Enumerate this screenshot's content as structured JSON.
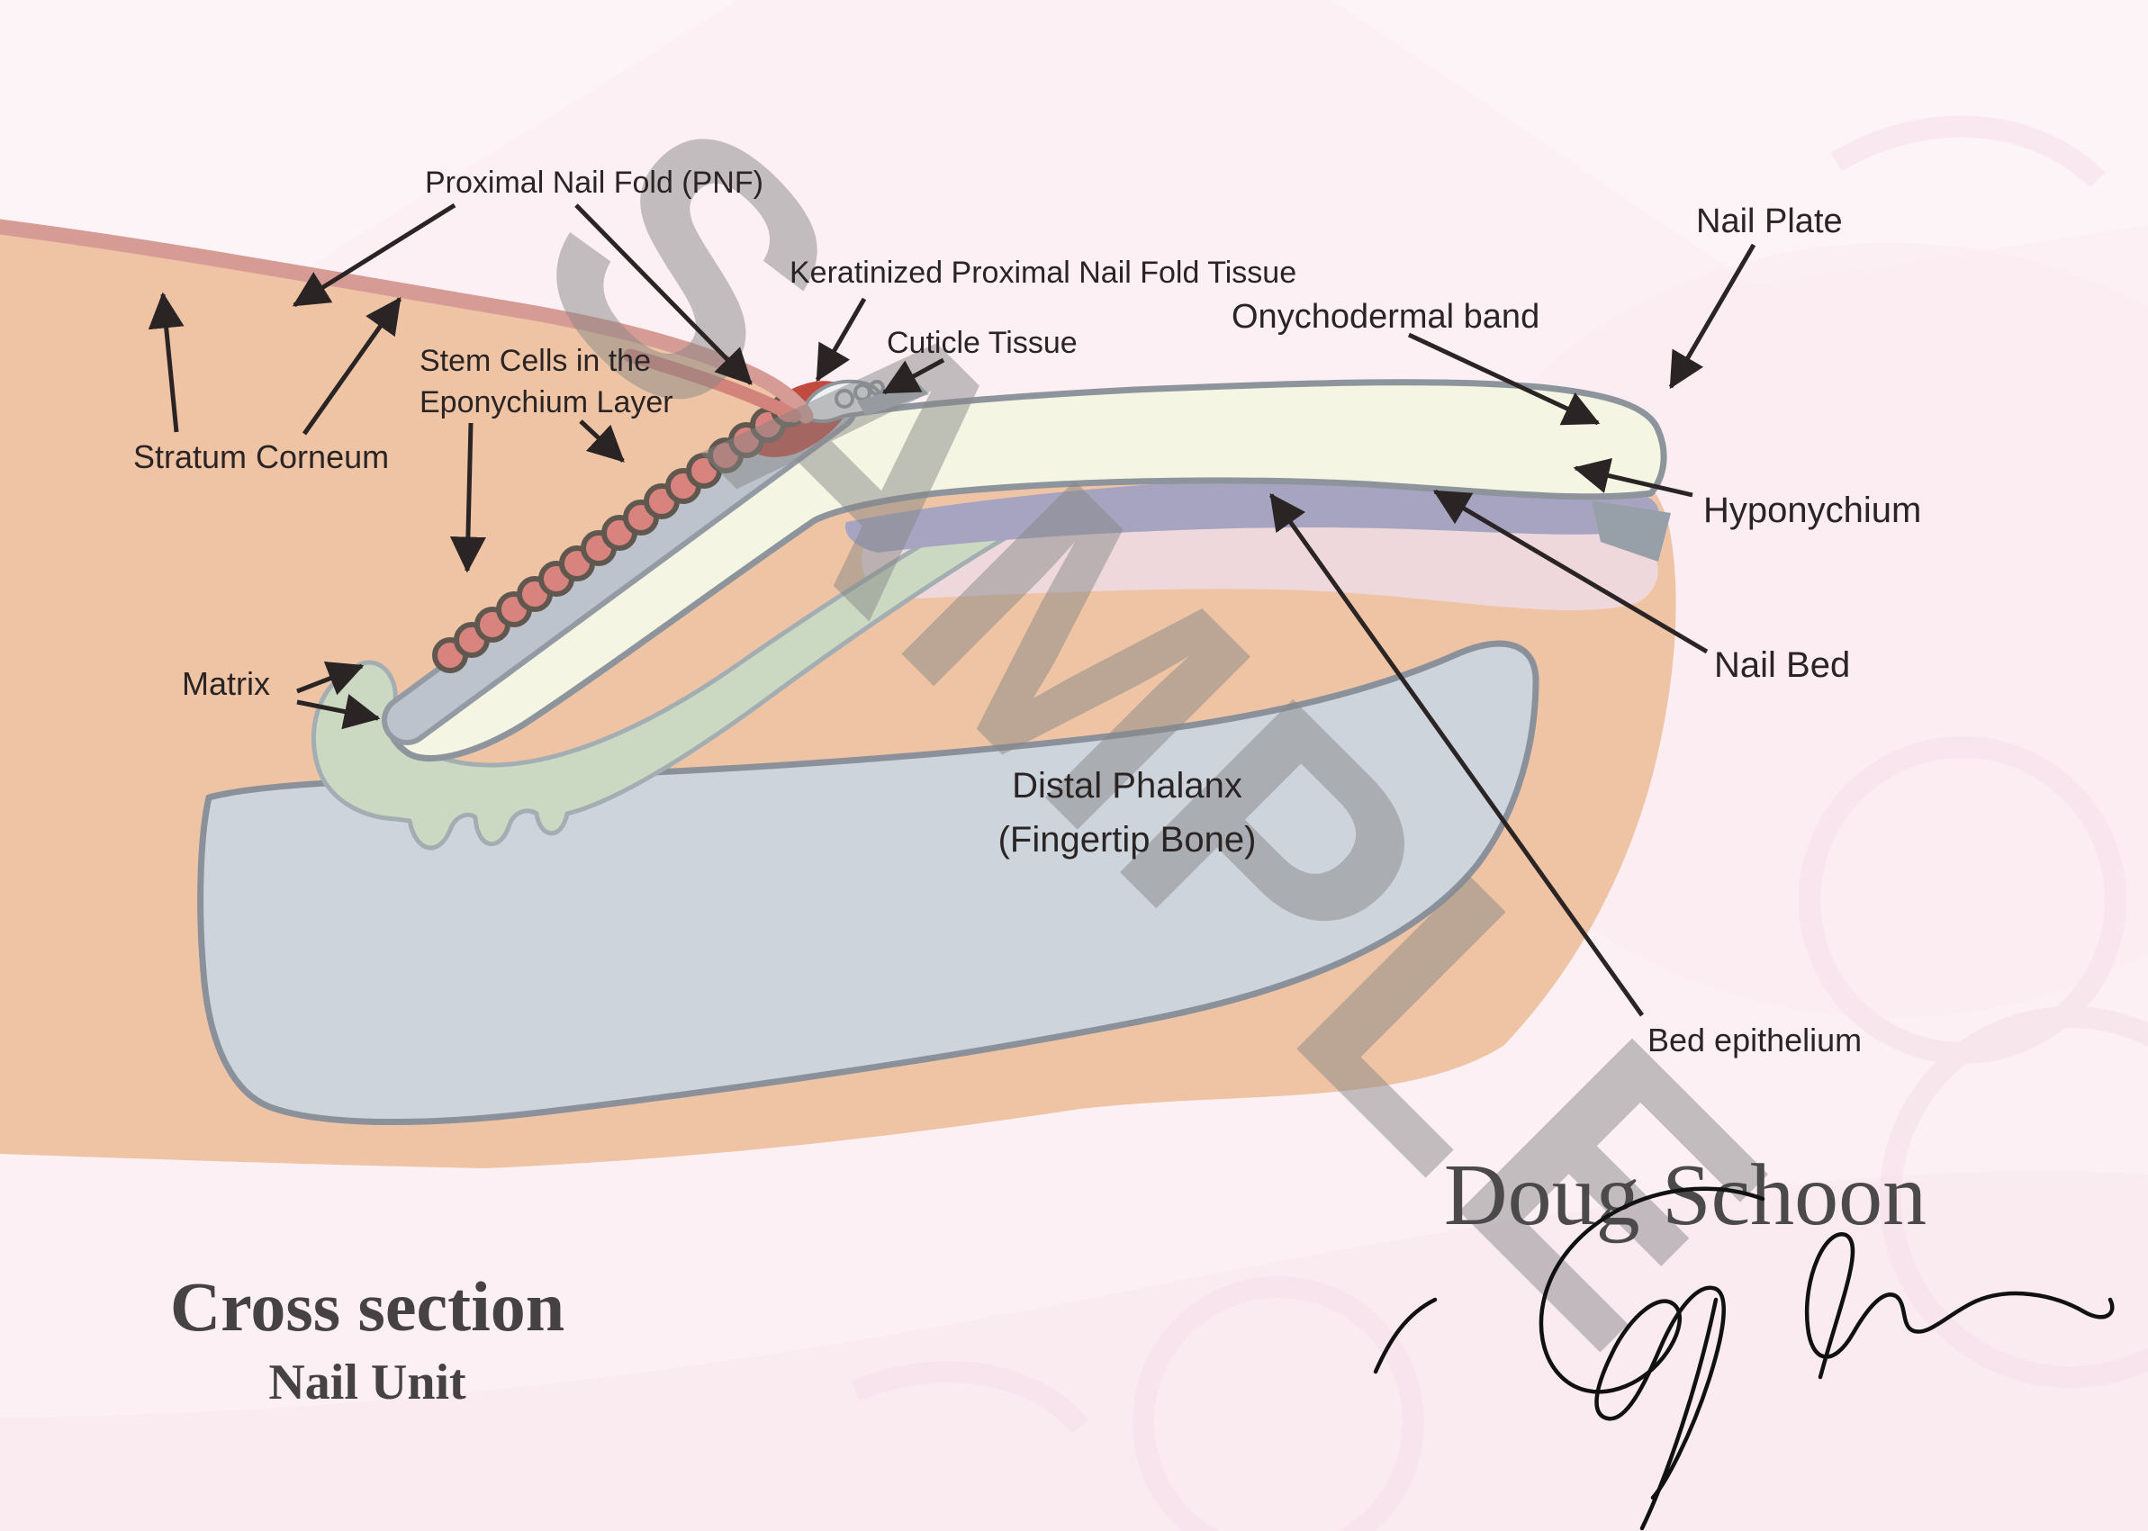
{
  "document": {
    "type": "anatomical-diagram",
    "subject": "Cross section of the human nail unit"
  },
  "title": {
    "line1": "Cross section",
    "line2": "Nail Unit"
  },
  "credit": {
    "author": "Doug Schoon",
    "signature": "handwritten-signature"
  },
  "watermark": {
    "text": "SAMPLE"
  },
  "labels": {
    "proximal_nail_fold": "Proximal Nail Fold (PNF)",
    "keratinized_pnf": "Keratinized Proximal Nail Fold Tissue",
    "cuticle_tissue": "Cuticle Tissue",
    "onychodermal_band": "Onychodermal band",
    "nail_plate": "Nail Plate",
    "stratum_corneum": "Stratum Corneum",
    "stem_cells_line1": "Stem Cells in the",
    "stem_cells_line2": "Eponychium Layer",
    "hyponychium": "Hyponychium",
    "matrix": "Matrix",
    "nail_bed": "Nail Bed",
    "distal_phalanx_line1": "Distal Phalanx",
    "distal_phalanx_line2": "(Fingertip Bone)",
    "bed_epithelium": "Bed epithelium"
  },
  "colors": {
    "background": "#fcf0f4",
    "skin": "#eec4a5",
    "skin_surface_line": "#d69b95",
    "nail_plate": "#f4f5e2",
    "matrix_green": "#cbd8c2",
    "bone_gray": "#ced4dc",
    "bed_epithelium_purple": "#a7a4c1",
    "nail_bed_pink": "#eed9e1",
    "stem_cell_pink": "#d8837d",
    "eponychium_band": "#b9c0ca",
    "red_tissue": "#c24a3f",
    "hyponychium_gray": "#979fa8",
    "watermark_gray": "#858585",
    "label_text": "#2a2425",
    "title_text": "#464243"
  }
}
